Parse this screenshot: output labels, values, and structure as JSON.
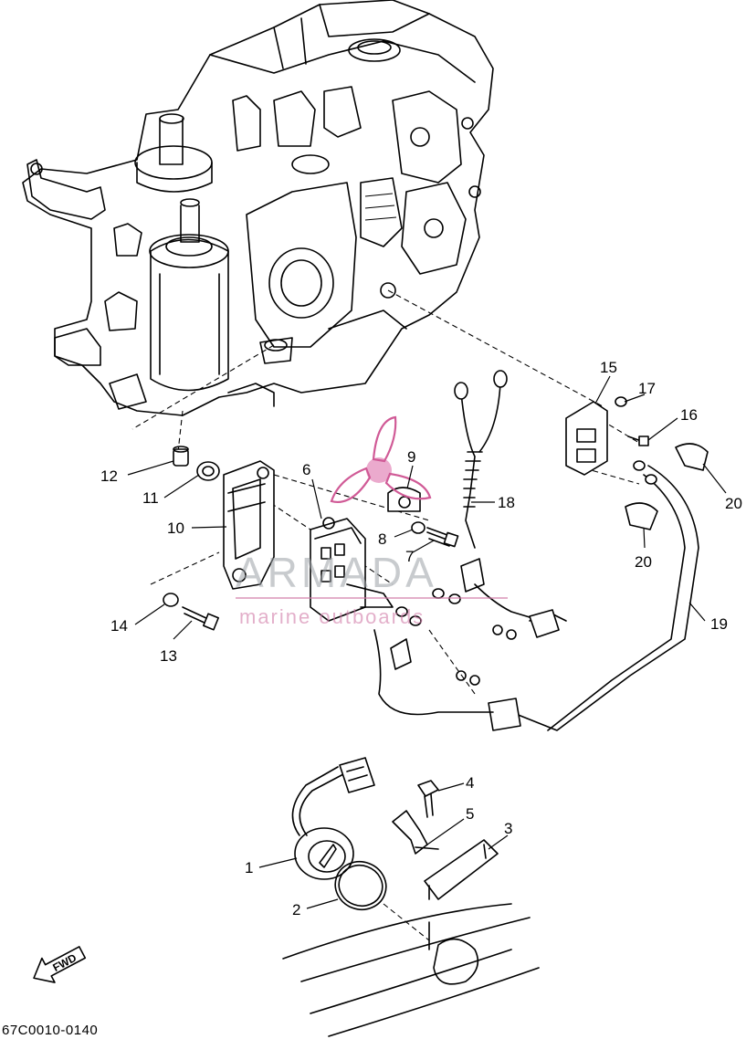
{
  "diagram": {
    "code": "67C0010-0140",
    "fwd_label": "FWD",
    "watermark": {
      "main": "ARMADA",
      "sub": "marine outboards"
    },
    "callouts": [
      "1",
      "2",
      "3",
      "4",
      "5",
      "6",
      "7",
      "8",
      "9",
      "10",
      "11",
      "12",
      "13",
      "14",
      "15",
      "16",
      "17",
      "18",
      "19",
      "20",
      "20"
    ]
  }
}
